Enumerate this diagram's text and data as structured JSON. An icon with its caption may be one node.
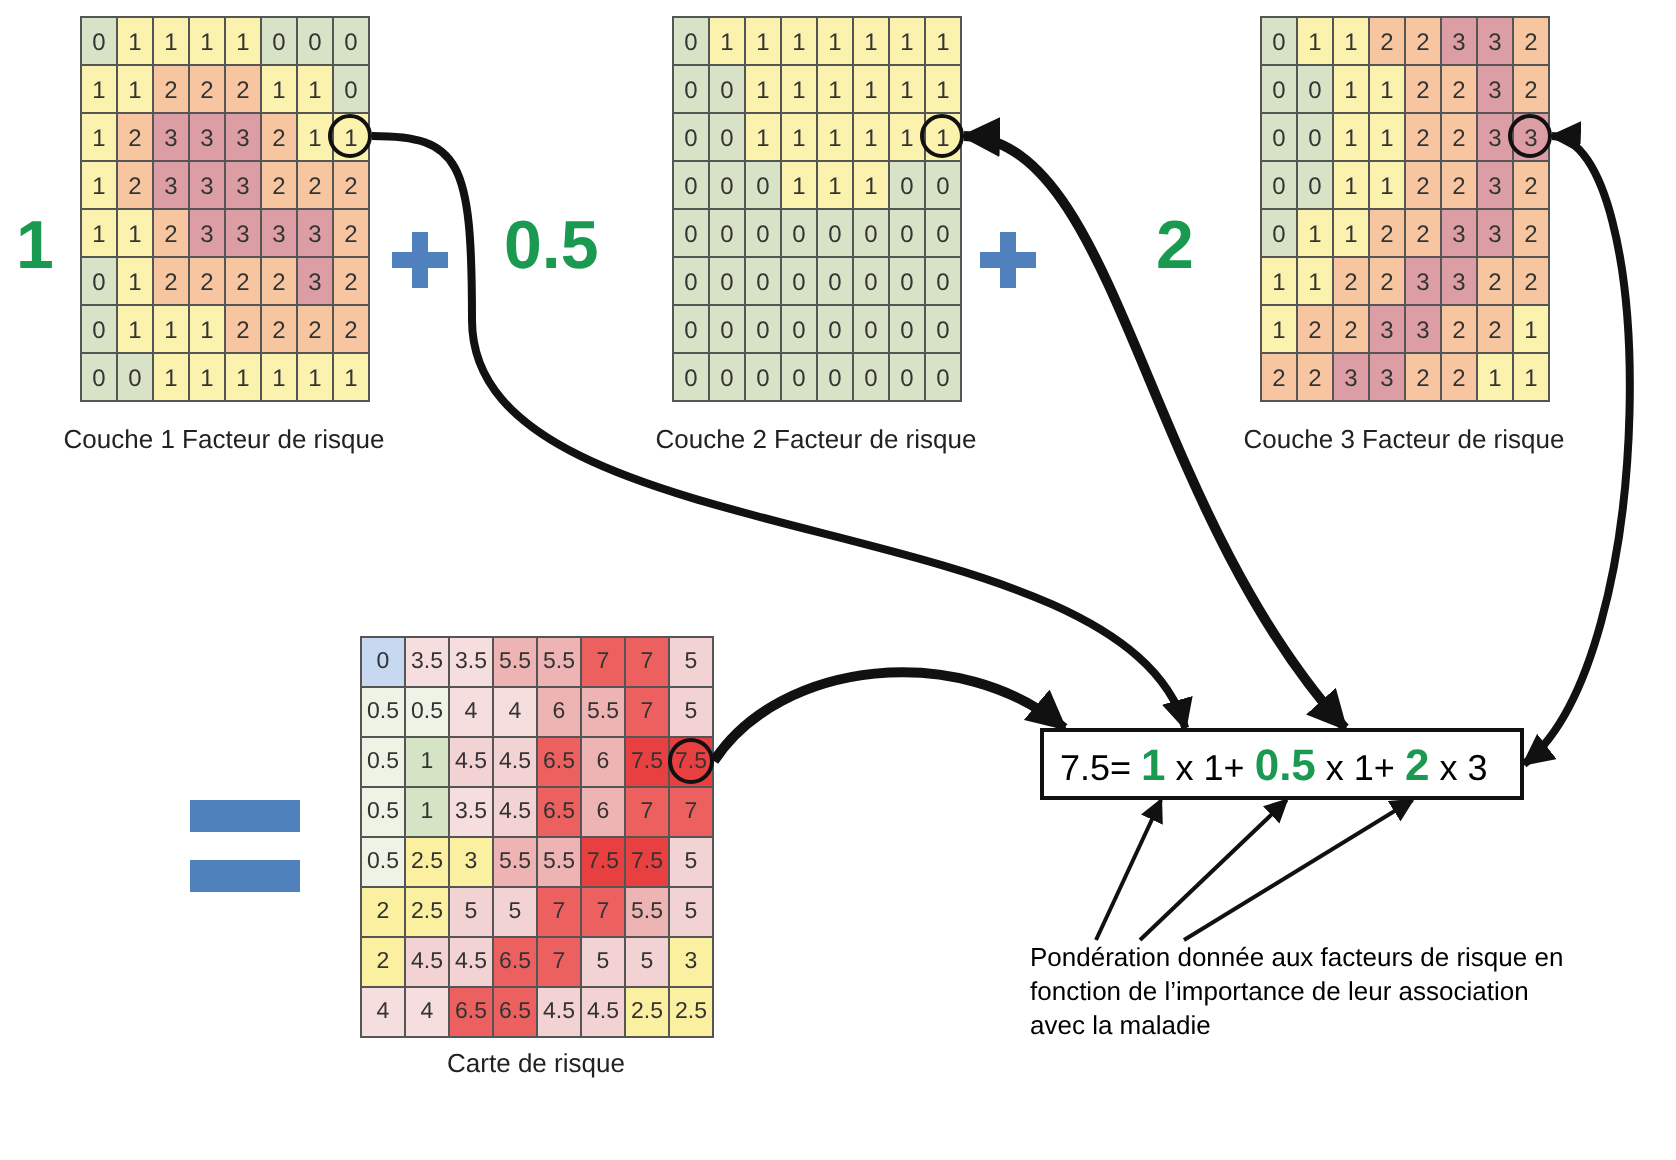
{
  "diagram": {
    "nodes": [
      {
        "text": [],
        "shape": "circle"
      },
      {
        "text": [],
        "shape": "circle"
      },
      {
        "text": [],
        "shape": "circle"
      },
      {
        "text": [],
        "shape": "circle"
      },
      {
        "text": [
          "7.5= **1** x 1+ **0.5** x 1+ **2** x 3"
        ]
      },
      {
        "text": [
          "Pondération donnée aux facteurs de risque en fonction de l’importance de leur association avec la maladie"
        ]
      }
    ],
    "edges": [
      {
        "from": 0,
        "to": 4,
        "arrow": "to"
      },
      {
        "from": 1,
        "to": 4,
        "arrow": "both"
      },
      {
        "from": 2,
        "to": 4,
        "arrow": "both"
      },
      {
        "from": 3,
        "to": 4,
        "arrow": "to"
      },
      {
        "from": 5,
        "to": 4,
        "arrow": "to"
      },
      {
        "from": 5,
        "to": 4,
        "arrow": "to"
      },
      {
        "from": 5,
        "to": 4,
        "arrow": "to"
      }
    ],
    "labels": [
      "1",
      "0",
      "1",
      "1",
      "1",
      "1",
      "0",
      "0",
      "0",
      "1",
      "1",
      "2",
      "2",
      "2",
      "1",
      "1",
      "0",
      "1",
      "2",
      "3",
      "3",
      "3",
      "2",
      "1",
      "1",
      "1",
      "2",
      "3",
      "3",
      "3",
      "2",
      "2",
      "2",
      "1",
      "1",
      "2",
      "3",
      "3",
      "3",
      "3",
      "2",
      "0",
      "1",
      "2",
      "2",
      "2",
      "2",
      "3",
      "2",
      "0",
      "1",
      "1",
      "1",
      "2",
      "2",
      "2",
      "2",
      "0",
      "0",
      "1",
      "1",
      "1",
      "1",
      "1",
      "1",
      "Couche 1 Facteur de risque",
      "0.5",
      "0",
      "1",
      "1",
      "1",
      "1",
      "1",
      "1",
      "1",
      "0",
      "0",
      "1",
      "1",
      "1",
      "1",
      "1",
      "1",
      "0",
      "0",
      "1",
      "1",
      "1",
      "1",
      "1",
      "1",
      "0",
      "0",
      "0",
      "1",
      "1",
      "1",
      "0",
      "0",
      "0",
      "0",
      "0",
      "0",
      "0",
      "0",
      "0",
      "0",
      "0",
      "0",
      "0",
      "0",
      "0",
      "0",
      "0",
      "0",
      "0",
      "0",
      "0",
      "0",
      "0",
      "0",
      "0",
      "0",
      "0",
      "0",
      "0",
      "0",
      "0",
      "0",
      "0",
      "0",
      "Couche 2 Facteur de risque",
      "2",
      "0",
      "1",
      "1",
      "2",
      "2",
      "3",
      "3",
      "2",
      "0",
      "0",
      "1",
      "1",
      "2",
      "2",
      "3",
      "2",
      "0",
      "0",
      "1",
      "1",
      "2",
      "2",
      "3",
      "3",
      "0",
      "0",
      "1",
      "1",
      "2",
      "2",
      "3",
      "2",
      "0",
      "1",
      "1",
      "2",
      "2",
      "3",
      "3",
      "2",
      "1",
      "1",
      "2",
      "2",
      "3",
      "3",
      "2",
      "2",
      "1",
      "2",
      "2",
      "3",
      "3",
      "2",
      "2",
      "1",
      "2",
      "2",
      "3",
      "3",
      "2",
      "2",
      "1",
      "1",
      "Couche 3 Facteur de risque",
      "0",
      "3.5",
      "3.5",
      "5.5",
      "5.5",
      "7",
      "7",
      "5",
      "0.5",
      "0.5",
      "4",
      "4",
      "6",
      "5.5",
      "7",
      "5",
      "0.5",
      "1",
      "4.5",
      "4.5",
      "6.5",
      "6",
      "7.5",
      "7.5",
      "0.5",
      "1",
      "3.5",
      "4.5",
      "6.5",
      "6",
      "7",
      "7",
      "0.5",
      "2.5",
      "3",
      "5.5",
      "5.5",
      "7.5",
      "7.5",
      "5",
      "2",
      "2.5",
      "5",
      "5",
      "7",
      "7",
      "5.5",
      "5",
      "2",
      "4.5",
      "4.5",
      "6.5",
      "7",
      "5",
      "5",
      "3",
      "4",
      "4",
      "6.5",
      "6.5",
      "4.5",
      "4.5",
      "2.5",
      "2.5",
      "Carte de risque"
    ]
  }
}
